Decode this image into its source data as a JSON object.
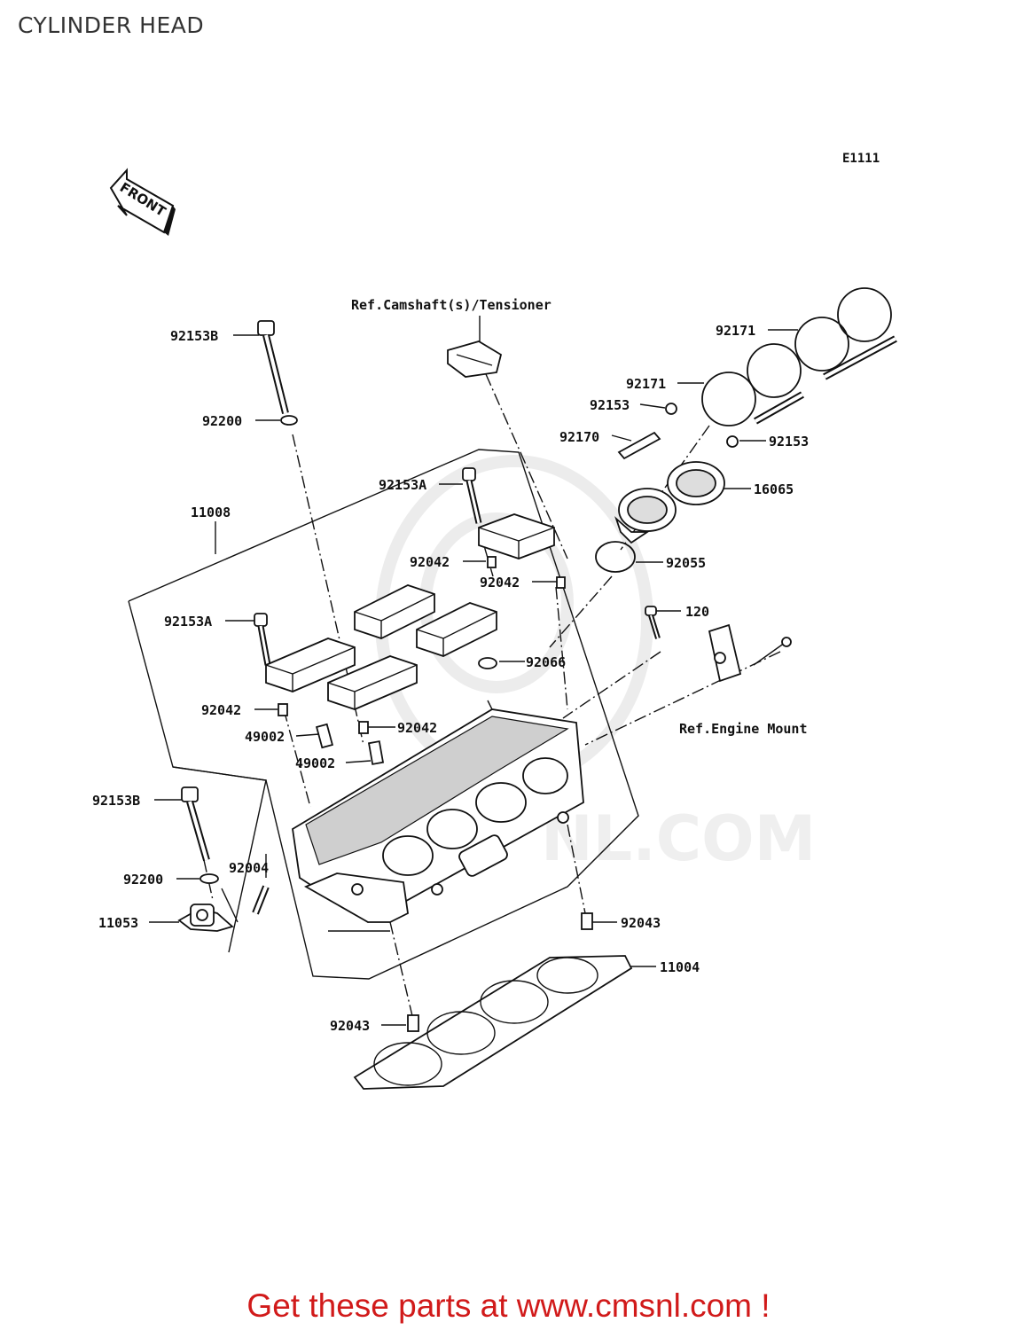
{
  "header": {
    "title": "CYLINDER HEAD",
    "diagram_code": "E1111"
  },
  "front_arrow": {
    "label": "FRONT"
  },
  "watermark": {
    "text": "NL.COM"
  },
  "references": {
    "camshaft": "Ref.Camshaft(s)/Tensioner",
    "engine_mount": "Ref.Engine Mount"
  },
  "part_labels": [
    "92153B",
    "92200",
    "11008",
    "92153A",
    "92042",
    "92042",
    "92153A",
    "92042",
    "49002",
    "92042",
    "49002",
    "92153B",
    "92200",
    "92004",
    "11053",
    "92043",
    "11004",
    "92043",
    "92171",
    "92171",
    "92153",
    "92170",
    "92153",
    "16065",
    "92055",
    "120",
    "92066"
  ],
  "footer": {
    "link_text": "Get these parts at www.cmsnl.com !"
  }
}
